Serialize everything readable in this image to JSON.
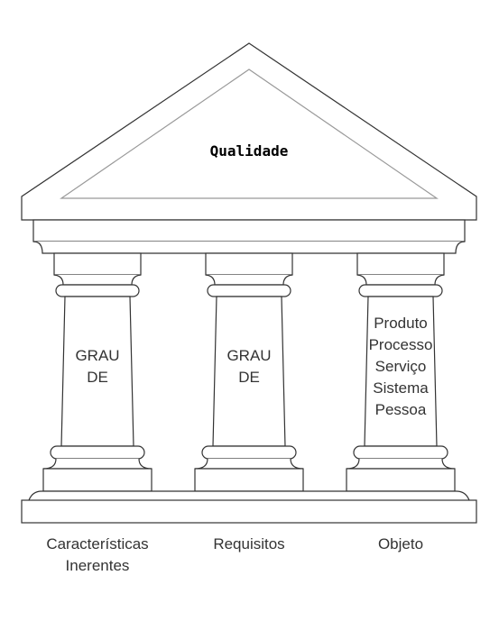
{
  "diagram": {
    "title": "Qualidade",
    "pillars": [
      {
        "lines": [
          "GRAU",
          "DE"
        ],
        "caption": [
          "Características",
          "Inerentes"
        ]
      },
      {
        "lines": [
          "GRAU",
          "DE"
        ],
        "caption": [
          "Requisitos"
        ]
      },
      {
        "lines": [
          "Produto",
          "Processo",
          "Serviço",
          "Sistema",
          "Pessoa"
        ],
        "caption": [
          "Objeto"
        ]
      }
    ]
  },
  "colors": {
    "stroke": "#333333",
    "inner_stroke": "#999999",
    "background": "#ffffff"
  }
}
